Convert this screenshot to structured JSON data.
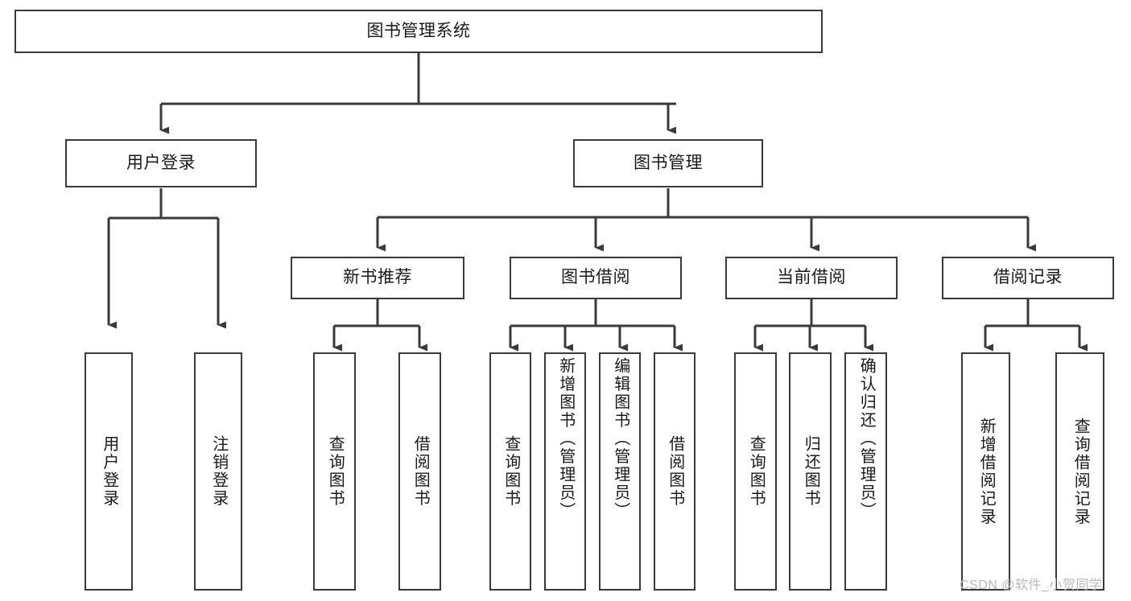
{
  "diagram": {
    "type": "tree-hierarchy-diagram",
    "title": "图书管理系统",
    "stroke_color": "#3a3a3c",
    "fill_color": "#ffffff",
    "background_color": "#ffffff",
    "levels": 4,
    "root": {
      "id": "root",
      "label": "图书管理系统",
      "children": [
        {
          "id": "user-login",
          "label": "用户登录",
          "children": [
            {
              "id": "user-login-do",
              "label": "用户登录"
            },
            {
              "id": "user-logout",
              "label": "注销登录"
            }
          ]
        },
        {
          "id": "book-management",
          "label": "图书管理",
          "children": [
            {
              "id": "new-book-recommend",
              "label": "新书推荐",
              "children": [
                {
                  "id": "query-book-1",
                  "label": "查询图书"
                },
                {
                  "id": "borrow-book-1",
                  "label": "借阅图书"
                }
              ]
            },
            {
              "id": "book-borrow",
              "label": "图书借阅",
              "children": [
                {
                  "id": "query-book-2",
                  "label": "查询图书"
                },
                {
                  "id": "add-book",
                  "label": "新增图书（管理员）"
                },
                {
                  "id": "edit-book",
                  "label": "编辑图书（管理员）"
                },
                {
                  "id": "borrow-book-2",
                  "label": "借阅图书"
                }
              ]
            },
            {
              "id": "current-borrow",
              "label": "当前借阅",
              "children": [
                {
                  "id": "query-book-3",
                  "label": "查询图书"
                },
                {
                  "id": "return-book",
                  "label": "归还图书"
                },
                {
                  "id": "confirm-return",
                  "label": "确认归还（管理员）"
                }
              ]
            },
            {
              "id": "borrow-record",
              "label": "借阅记录",
              "children": [
                {
                  "id": "add-borrow-record",
                  "label": "新增借阅记录"
                },
                {
                  "id": "query-borrow-record",
                  "label": "查询借阅记录"
                }
              ]
            }
          ]
        }
      ]
    }
  },
  "watermark": {
    "text": "CSDN @软件_小贺同学"
  }
}
